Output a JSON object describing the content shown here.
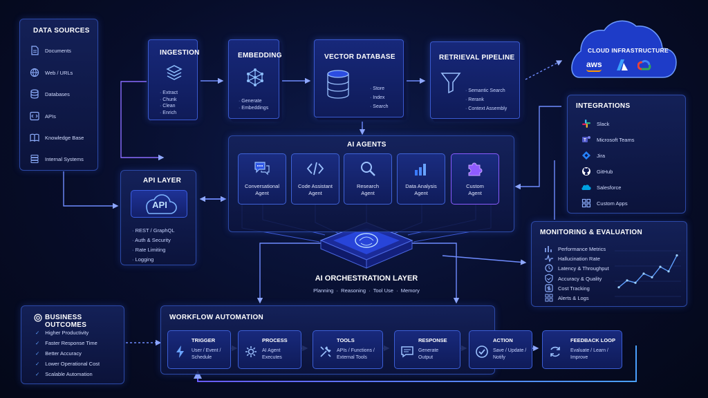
{
  "data_sources": {
    "title": "DATA SOURCES",
    "items": [
      {
        "label": "Documents",
        "icon": "document-icon"
      },
      {
        "label": "Web / URLs",
        "icon": "globe-icon"
      },
      {
        "label": "Databases",
        "icon": "database-icon"
      },
      {
        "label": "APIs",
        "icon": "code-icon"
      },
      {
        "label": "Knowledge Base",
        "icon": "book-icon"
      },
      {
        "label": "Internal Systems",
        "icon": "server-icon"
      }
    ]
  },
  "pipeline": {
    "ingestion": {
      "title": "INGESTION",
      "items": [
        "Extract",
        "Chunk",
        "Clean",
        "Enrich"
      ]
    },
    "embedding": {
      "title": "EMBEDDING",
      "items": [
        "Generate",
        "Embeddings"
      ]
    },
    "vector_db": {
      "title": "VECTOR DATABASE",
      "items": [
        "Store",
        "Index",
        "Search"
      ]
    },
    "retrieval": {
      "title": "RETRIEVAL PIPELINE",
      "items": [
        "Semantic Search",
        "Rerank",
        "Context Assembly"
      ]
    }
  },
  "cloud": {
    "title": "CLOUD INFRASTRUCTURE",
    "logos": [
      "aws"
    ]
  },
  "integrations": {
    "title": "INTEGRATIONS",
    "items": [
      {
        "label": "Slack",
        "icon": "slack-icon"
      },
      {
        "label": "Microsoft Teams",
        "icon": "teams-icon"
      },
      {
        "label": "Jira",
        "icon": "jira-icon"
      },
      {
        "label": "GitHub",
        "icon": "github-icon"
      },
      {
        "label": "Salesforce",
        "icon": "salesforce-icon"
      },
      {
        "label": "Custom Apps",
        "icon": "apps-grid-icon"
      }
    ]
  },
  "api_layer": {
    "title": "API LAYER",
    "badge": "API",
    "items": [
      "REST / GraphQL",
      "Auth & Security",
      "Rate Limiting",
      "Logging"
    ]
  },
  "ai_agents": {
    "title": "AI AGENTS",
    "agents": [
      {
        "line1": "Conversational",
        "line2": "Agent"
      },
      {
        "line1": "Code Assistant",
        "line2": "Agent"
      },
      {
        "line1": "Research",
        "line2": "Agent"
      },
      {
        "line1": "Data Analysis",
        "line2": "Agent"
      },
      {
        "line1": "Custom",
        "line2": "Agent"
      }
    ]
  },
  "orchestration": {
    "title": "AI ORCHESTRATION LAYER",
    "subtitle": "Planning  ·  Reasoning  ·  Tool Use  ·  Memory"
  },
  "monitoring": {
    "title": "MONITORING & EVALUATION",
    "items": [
      "Performance Metrics",
      "Hallucination Rate",
      "Latency & Throughput",
      "Accuracy & Quality",
      "Cost Tracking",
      "Alerts & Logs"
    ],
    "trend": [
      0.2,
      0.35,
      0.3,
      0.5,
      0.42,
      0.65,
      0.55,
      0.9
    ]
  },
  "business_outcomes": {
    "title": "BUSINESS OUTCOMES",
    "items": [
      "Higher Productivity",
      "Faster Response Time",
      "Better Accuracy",
      "Lower Operational Cost",
      "Scalable Automation"
    ]
  },
  "workflow": {
    "title": "WORKFLOW AUTOMATION",
    "steps": [
      {
        "title": "TRIGGER",
        "line1": "User / Event /",
        "line2": "Schedule"
      },
      {
        "title": "PROCESS",
        "line1": "AI Agent",
        "line2": "Executes"
      },
      {
        "title": "TOOLS",
        "line1": "APIs / Functions /",
        "line2": "External Tools"
      },
      {
        "title": "RESPONSE",
        "line1": "Generate",
        "line2": "Output"
      },
      {
        "title": "ACTION",
        "line1": "Save / Update /",
        "line2": "Notify"
      },
      {
        "title": "FEEDBACK LOOP",
        "line1": "Evaluate / Learn /",
        "line2": "Improve"
      }
    ]
  },
  "colors": {
    "accent": "#4f7bff",
    "glow": "#7a5cff",
    "line": "#6f8cff",
    "brand_aws": "#ff9900"
  }
}
